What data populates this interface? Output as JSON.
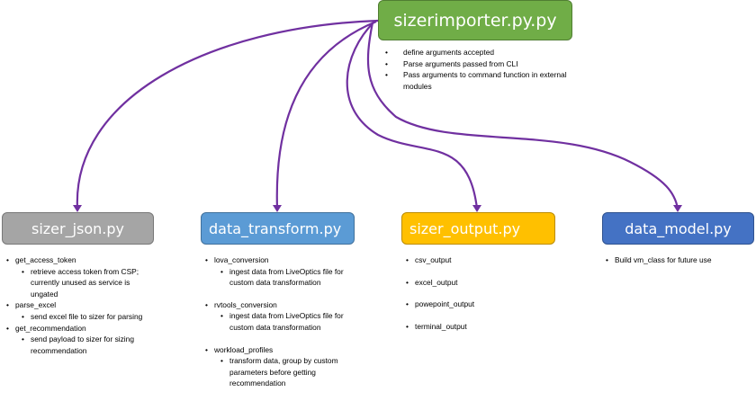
{
  "arrow_color": "#7030a0",
  "main_module": {
    "title": "sizerimporter.py.py",
    "color": "#70ad47",
    "items": [
      "define arguments accepted",
      "Parse arguments passed from CLI",
      "Pass arguments to command function in external modules"
    ]
  },
  "modules": [
    {
      "title": "sizer_json.py",
      "color": "#a5a5a5",
      "items": [
        {
          "label": "get_access_token",
          "detail": "retrieve access token from CSP; currently unused as service is ungated"
        },
        {
          "label": "parse_excel",
          "detail": "send excel file to sizer for parsing"
        },
        {
          "label": "get_recommendation",
          "detail": "send payload to sizer for sizing recommendation"
        }
      ]
    },
    {
      "title": "data_transform.py",
      "color": "#5b9bd5",
      "items": [
        {
          "label": "lova_conversion",
          "detail": "ingest data from LiveOptics file for custom data transformation"
        },
        {
          "label": "rvtools_conversion",
          "detail": "ingest data from LiveOptics file for custom data transformation"
        },
        {
          "label": "workload_profiles",
          "detail": "transform data, group by custom parameters before getting recommendation"
        }
      ]
    },
    {
      "title": "sizer_output.py",
      "color": "#ffc000",
      "items": [
        "csv_output",
        "excel_output",
        "powepoint_output",
        "terminal_output"
      ]
    },
    {
      "title": "data_model.py",
      "color": "#4472c4",
      "items": [
        "Build vm_class for future use"
      ]
    }
  ]
}
